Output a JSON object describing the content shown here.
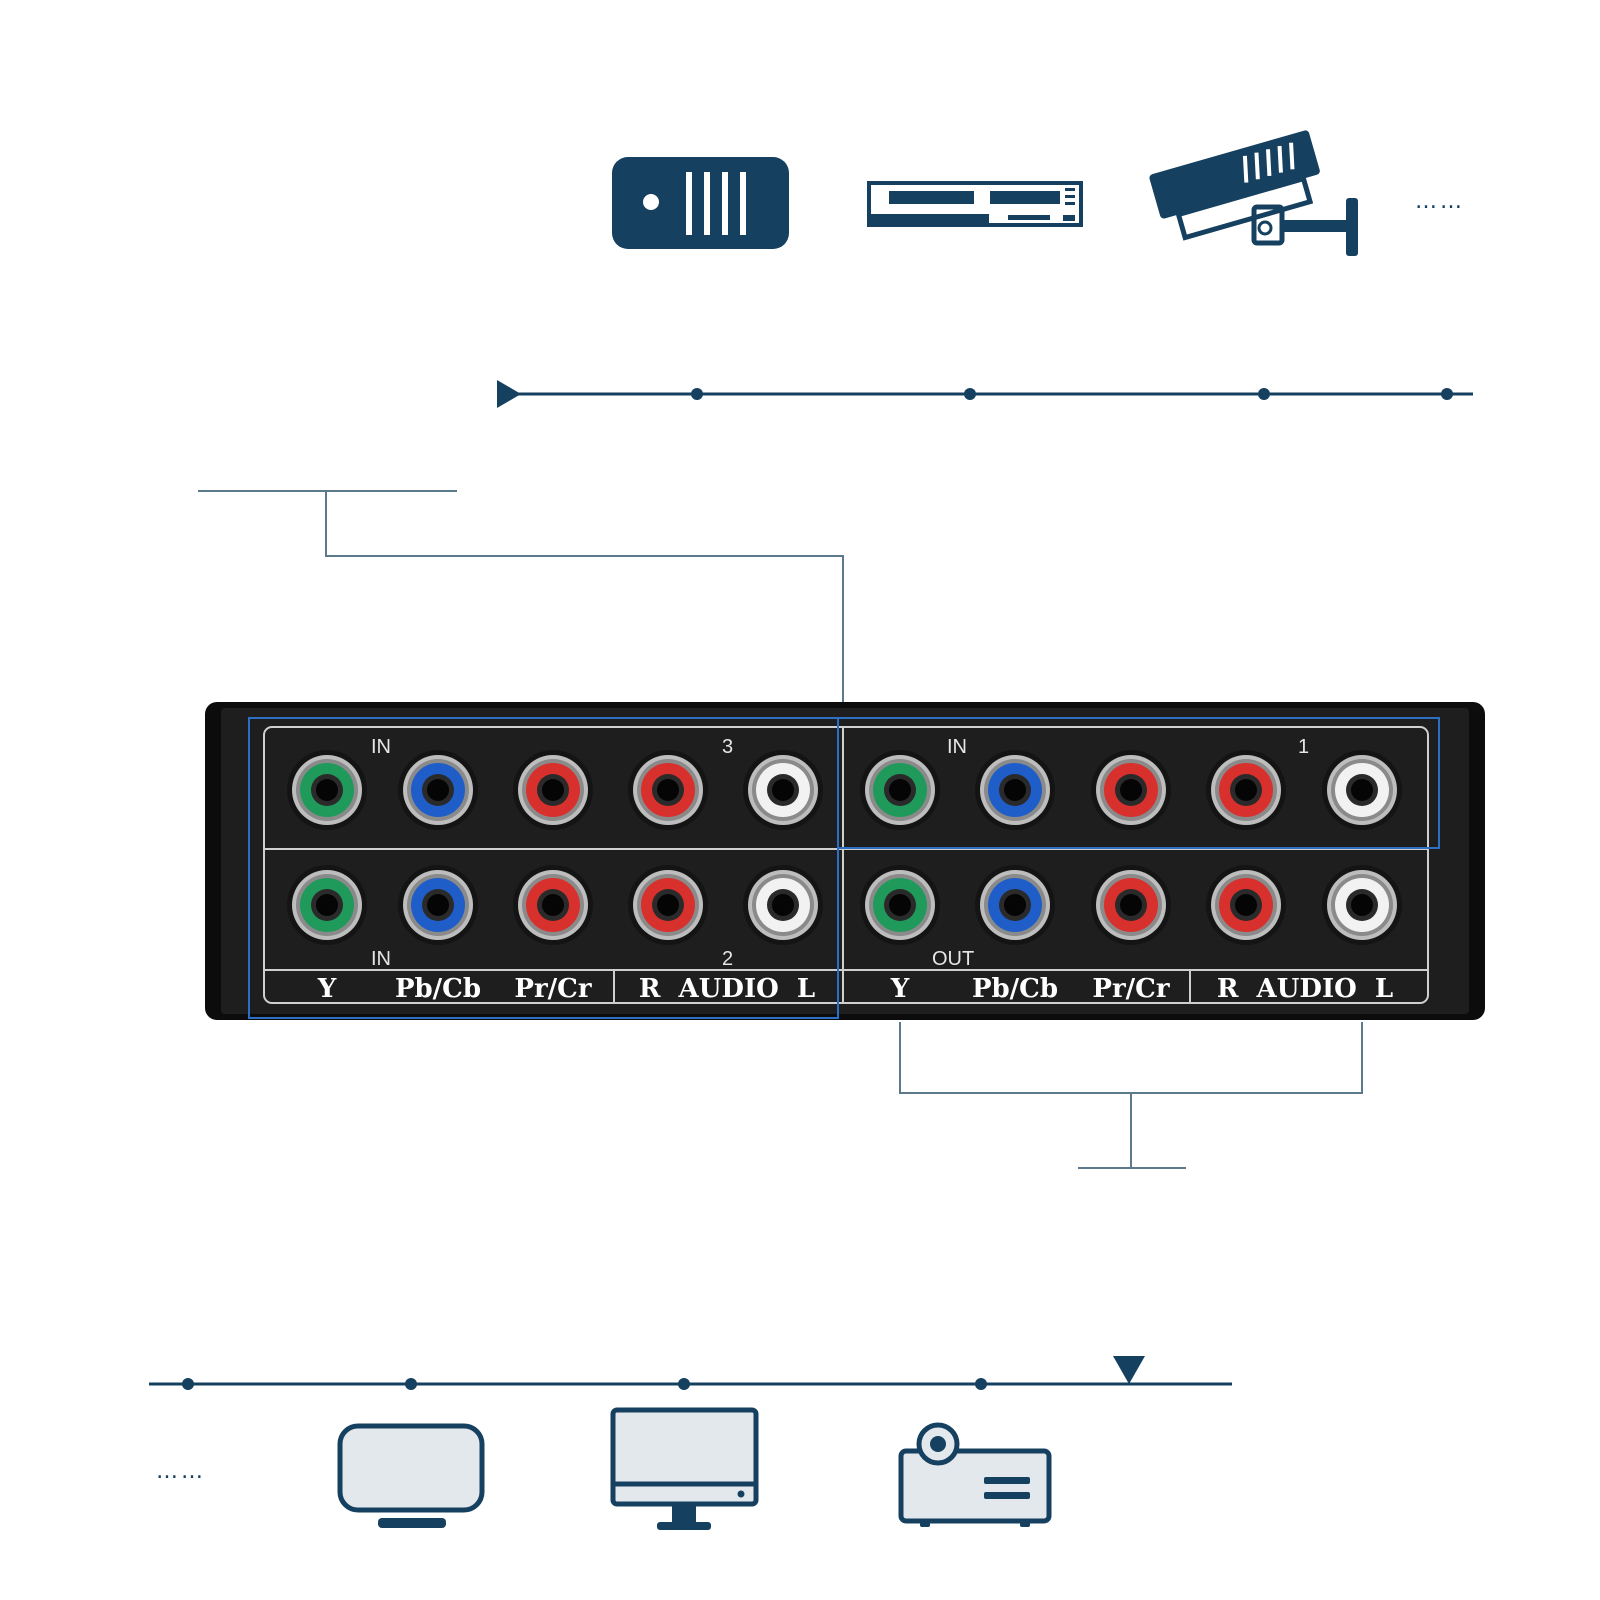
{
  "colors": {
    "brand": "#16405f",
    "panel": "#1e1e1e",
    "panel_edge": "#0c0c0c",
    "panel_line": "#cfcfcf",
    "callout_line": "#5d7a8c",
    "highlight_box": "#2d6fc4",
    "screen_fill": "#e3e8ec",
    "jack_green": "#1f9a5a",
    "jack_blue": "#1f5ec9",
    "jack_red": "#d8302d",
    "jack_white": "#f2f2f2"
  },
  "source_devices": [
    {
      "name": "server",
      "icon": "server-icon"
    },
    {
      "name": "dvd-player",
      "icon": "dvd-player-icon"
    },
    {
      "name": "security-camera",
      "icon": "security-camera-icon"
    }
  ],
  "source_more": "……",
  "output_devices": [
    {
      "name": "tv",
      "icon": "tv-icon"
    },
    {
      "name": "desktop-monitor",
      "icon": "desktop-monitor-icon"
    },
    {
      "name": "projector",
      "icon": "projector-icon"
    }
  ],
  "output_more": "……",
  "panel": {
    "groups": [
      {
        "position": "top-left",
        "io": "IN",
        "number": "3"
      },
      {
        "position": "top-right",
        "io": "IN",
        "number": "1"
      },
      {
        "position": "bottom-left",
        "io": "IN",
        "number": "2"
      },
      {
        "position": "bottom-right",
        "io": "OUT",
        "number": ""
      }
    ],
    "jack_colors": [
      "green",
      "blue",
      "red",
      "red",
      "white"
    ],
    "labels_left": {
      "y": "Y",
      "pb": "Pb/Cb",
      "pr": "Pr/Cr",
      "audio": "R  AUDIO  L"
    },
    "labels_right": {
      "y": "Y",
      "pb": "Pb/Cb",
      "pr": "Pr/Cr",
      "audio": "R  AUDIO  L"
    }
  }
}
